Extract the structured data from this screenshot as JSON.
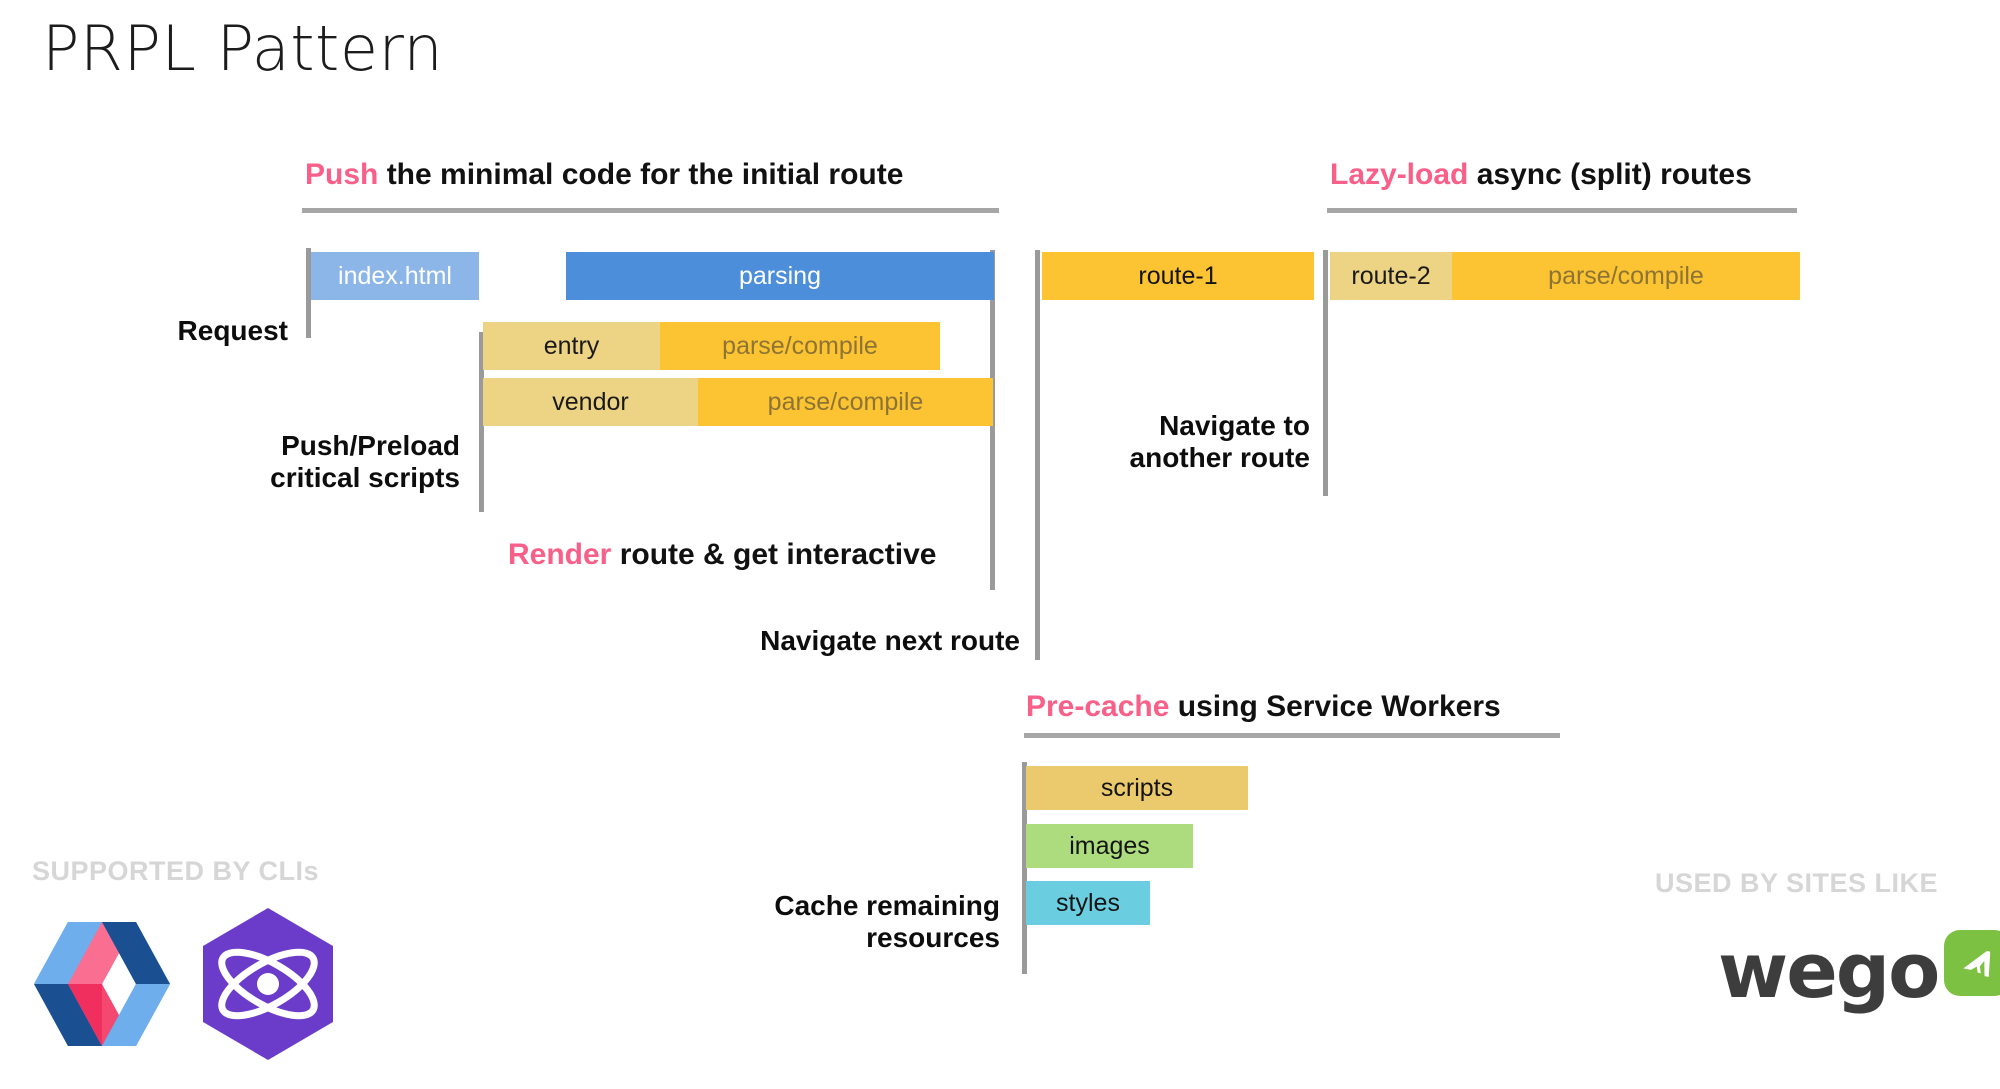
{
  "title": "PRPL Pattern",
  "accent_color": "#f85f89",
  "sections": {
    "push": {
      "accent": "Push",
      "rest": " the minimal code for the initial route"
    },
    "lazy": {
      "accent": "Lazy-load",
      "rest": " async (split) routes"
    },
    "render": {
      "accent": "Render",
      "rest": " route & get interactive"
    },
    "precache": {
      "accent": "Pre-cache",
      "rest": " using Service Workers"
    }
  },
  "labels": {
    "request": "Request",
    "push_preload": "Push/Preload\ncritical scripts",
    "navigate_next": "Navigate next route",
    "navigate_another": "Navigate to\nanother route",
    "cache_remaining": "Cache remaining\nresources"
  },
  "bars": {
    "index_html": "index.html",
    "parsing": "parsing",
    "entry": "entry",
    "entry_parse": "parse/compile",
    "vendor": "vendor",
    "vendor_parse": "parse/compile",
    "route1": "route-1",
    "route2": "route-2",
    "route2_parse": "parse/compile",
    "scripts": "scripts",
    "images": "images",
    "styles": "styles"
  },
  "colors": {
    "index_html": "#8cb6e8",
    "parsing": "#4d8edb",
    "light_yellow": "#edd384",
    "orange": "#fcc433",
    "scripts": "#ebca6e",
    "images": "#addc7e",
    "styles": "#6bcee0",
    "rule": "#a6a6a6",
    "guide": "#9a9a9a"
  },
  "footers": {
    "left_caption": "SUPPORTED BY CLIs",
    "right_caption": "USED BY SITES LIKE",
    "left_logos": [
      "polymer-logo",
      "preact-logo"
    ],
    "right_logo_text": "wego"
  }
}
